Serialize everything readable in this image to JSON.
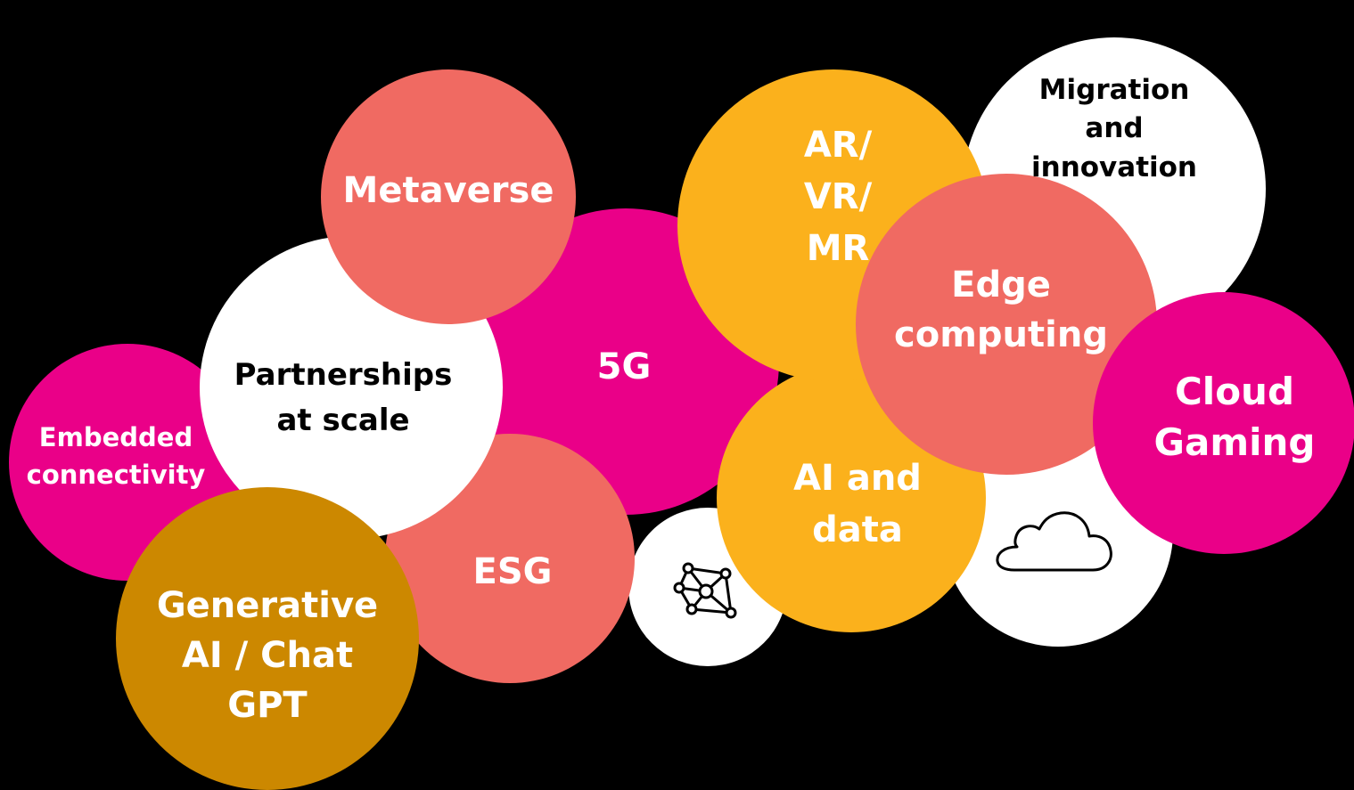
{
  "colors": {
    "background": "#000000",
    "magenta": "#EA0088",
    "coral": "#F06A62",
    "white": "#FFFFFF",
    "amber": "#FBB11C",
    "gold": "#CC8800",
    "text_light": "#FFFFFF",
    "text_dark": "#000000"
  },
  "bubbles": {
    "embedded_connectivity": {
      "text": "Embedded\nconnectivity",
      "fill": "magenta",
      "text_color": "text_light"
    },
    "generative_ai": {
      "text": "Generative\nAI / Chat\nGPT",
      "fill": "gold",
      "text_color": "text_light"
    },
    "partnerships": {
      "text": "Partnerships\nat scale",
      "fill": "white",
      "text_color": "text_dark"
    },
    "metaverse": {
      "text": "Metaverse",
      "fill": "coral",
      "text_color": "text_light"
    },
    "five_g": {
      "text": "5G",
      "fill": "magenta",
      "text_color": "text_light"
    },
    "esg": {
      "text": "ESG",
      "fill": "coral",
      "text_color": "text_light"
    },
    "network": {
      "text": "",
      "fill": "white",
      "icon": "network-graph-icon"
    },
    "ai_and_data": {
      "text": "AI and\ndata",
      "fill": "amber",
      "text_color": "text_light"
    },
    "ar_vr_mr": {
      "text": "AR/\nVR/\nMR",
      "fill": "amber",
      "text_color": "text_light"
    },
    "migration": {
      "text": "Migration\nand\ninnovation",
      "fill": "white",
      "text_color": "text_dark"
    },
    "cloud_icon_bubble": {
      "text": "",
      "fill": "white",
      "icon": "cloud-icon"
    },
    "edge_computing": {
      "text": "Edge\ncomputing",
      "fill": "coral",
      "text_color": "text_light"
    },
    "cloud_gaming": {
      "text": "Cloud\nGaming",
      "fill": "magenta",
      "text_color": "text_light"
    }
  }
}
